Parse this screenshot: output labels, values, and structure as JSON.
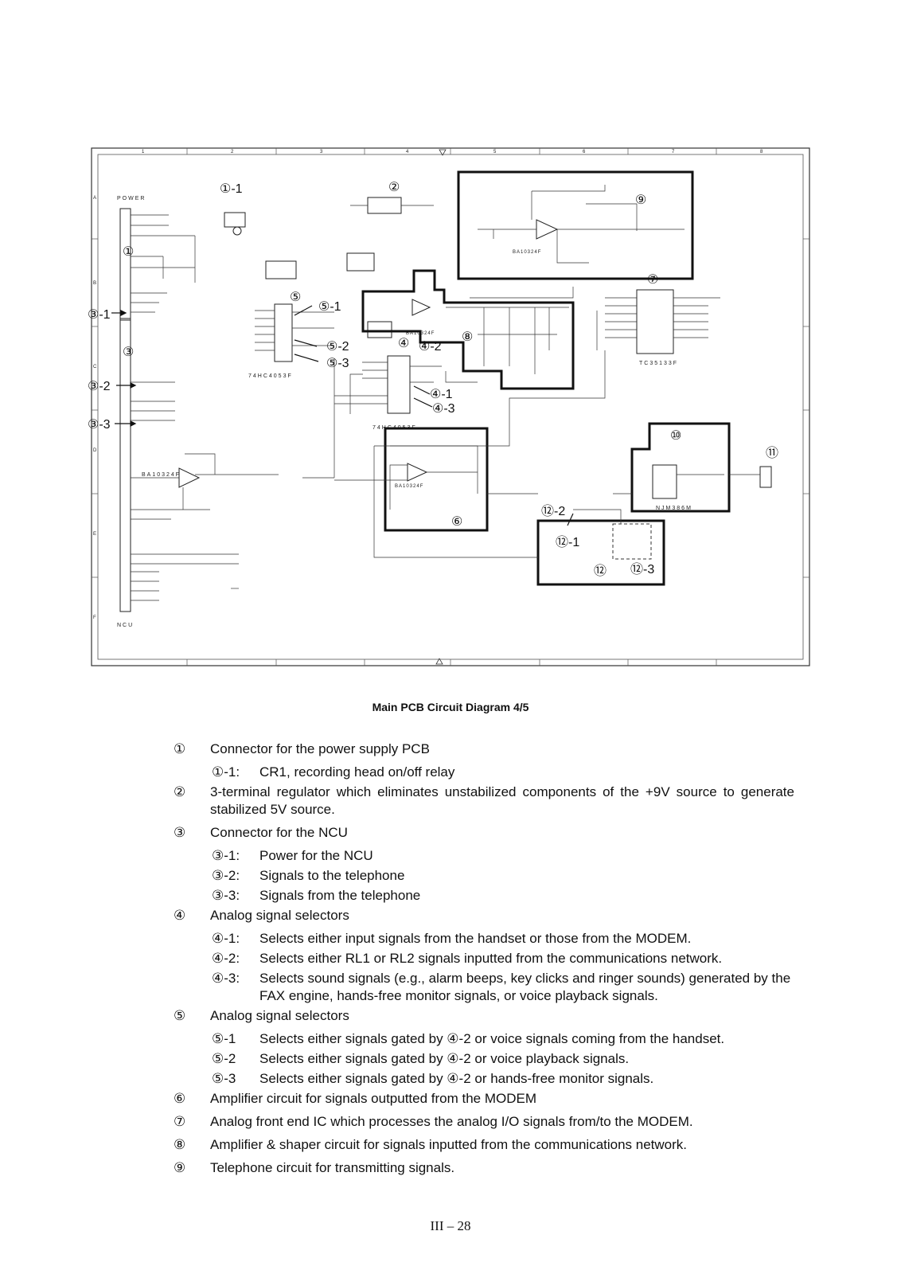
{
  "caption": "Main PCB Circuit Diagram 4/5",
  "page_number": "III – 28",
  "diagram_labels": {
    "cn_power": "POWER",
    "cn_ncu": "NCU",
    "ic3": "74HC4053F",
    "ic2": "74HC4053F",
    "ic4a": "BA10324F",
    "ic4b": "BA10324F",
    "ic4c": "BA10324F",
    "ic4d": "BA10324F",
    "ic6": "TC35133F",
    "ic1": "NJM386M",
    "callouts": {
      "c1_1": "①-1",
      "c1": "①",
      "c2": "②",
      "c3_1": "③-1",
      "c3": "③",
      "c3_2": "③-2",
      "c3_3": "③-3",
      "c4": "④",
      "c4_1": "④-1",
      "c4_2": "④-2",
      "c4_3": "④-3",
      "c5": "⑤",
      "c5_1": "⑤-1",
      "c5_2": "⑤-2",
      "c5_3": "⑤-3",
      "c6": "⑥",
      "c7": "⑦",
      "c8": "⑧",
      "c9": "⑨",
      "c10": "⑩",
      "c11": "⑪",
      "c12": "⑫",
      "c12_1": "⑫-1",
      "c12_2": "⑫-2",
      "c12_3": "⑫-3"
    },
    "border_numbers": [
      "1",
      "2",
      "3",
      "4",
      "5",
      "6",
      "7",
      "8"
    ],
    "border_letters": [
      "A",
      "B",
      "C",
      "D",
      "E",
      "F"
    ]
  },
  "legend": [
    {
      "mark": "①",
      "text": "Connector for the power supply PCB",
      "subs": [
        {
          "mark": "①-1:",
          "text": "CR1, recording head on/off relay"
        }
      ]
    },
    {
      "mark": "②",
      "text": "3-terminal regulator which eliminates unstabilized components of the +9V source to generate stabilized 5V source.",
      "subs": []
    },
    {
      "mark": "③",
      "text": "Connector for the NCU",
      "subs": [
        {
          "mark": "③-1:",
          "text": "Power for the NCU"
        },
        {
          "mark": "③-2:",
          "text": "Signals to the telephone"
        },
        {
          "mark": "③-3:",
          "text": "Signals from the telephone"
        }
      ]
    },
    {
      "mark": "④",
      "text": "Analog signal selectors",
      "subs": [
        {
          "mark": "④-1:",
          "text": "Selects either input signals from the handset or those from the MODEM."
        },
        {
          "mark": "④-2:",
          "text": "Selects either RL1 or RL2 signals inputted from the communications network."
        },
        {
          "mark": "④-3:",
          "text": "Selects sound signals (e.g., alarm beeps, key clicks and ringer sounds) generated by the FAX engine, hands-free monitor signals, or voice playback signals."
        }
      ]
    },
    {
      "mark": "⑤",
      "text": "Analog signal selectors",
      "subs": [
        {
          "mark": "⑤-1",
          "text": "Selects either signals gated by ④-2 or voice signals coming from the handset."
        },
        {
          "mark": "⑤-2",
          "text": "Selects either signals gated by ④-2 or voice playback signals."
        },
        {
          "mark": "⑤-3",
          "text": "Selects either signals gated by ④-2 or hands-free monitor signals."
        }
      ]
    },
    {
      "mark": "⑥",
      "text": "Amplifier circuit for signals outputted from the MODEM",
      "subs": []
    },
    {
      "mark": "⑦",
      "text": "Analog front end IC which processes the analog I/O signals from/to the MODEM.",
      "subs": []
    },
    {
      "mark": "⑧",
      "text": "Amplifier & shaper circuit for signals inputted from the communications network.",
      "subs": []
    },
    {
      "mark": "⑨",
      "text": "Telephone circuit for transmitting signals.",
      "subs": []
    }
  ]
}
